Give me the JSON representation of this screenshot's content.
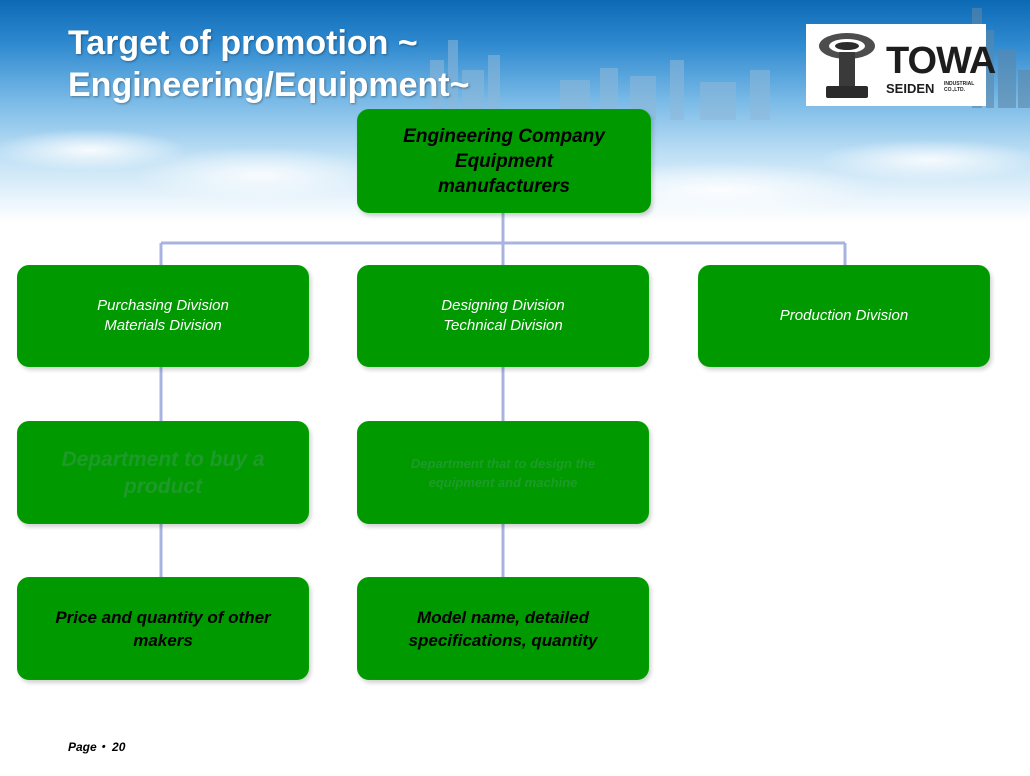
{
  "header": {
    "title_line1": "Target of promotion ~",
    "title_line2": "Engineering/Equipment~"
  },
  "logo": {
    "name": "TOWA",
    "sub": "SEIDEN",
    "small": "INDUSTRIAL CO.,LTD."
  },
  "chart": {
    "top": {
      "line1": "Engineering Company",
      "line2": "Equipment",
      "line3": "manufacturers"
    },
    "divisions": {
      "purchasing": {
        "line1": "Purchasing Division",
        "line2": "Materials Division"
      },
      "designing": {
        "line1": "Designing Division",
        "line2": "Technical Division"
      },
      "production": {
        "line1": "Production Division"
      }
    },
    "departments": {
      "buy": {
        "line1": "Department to buy a",
        "line2": "product"
      },
      "design": {
        "line1": "Department that to design the",
        "line2": "equipment and machine"
      }
    },
    "info": {
      "price": {
        "line1": "Price and quantity of other",
        "line2": "makers"
      },
      "model": {
        "line1": "Model name, detailed",
        "line2": "specifications, quantity"
      }
    }
  },
  "footer": {
    "page_label": "Page・ 20"
  },
  "colors": {
    "box_fill": "#009900",
    "connector": "#a8b4e0",
    "banner_top": "#0c69b4"
  }
}
